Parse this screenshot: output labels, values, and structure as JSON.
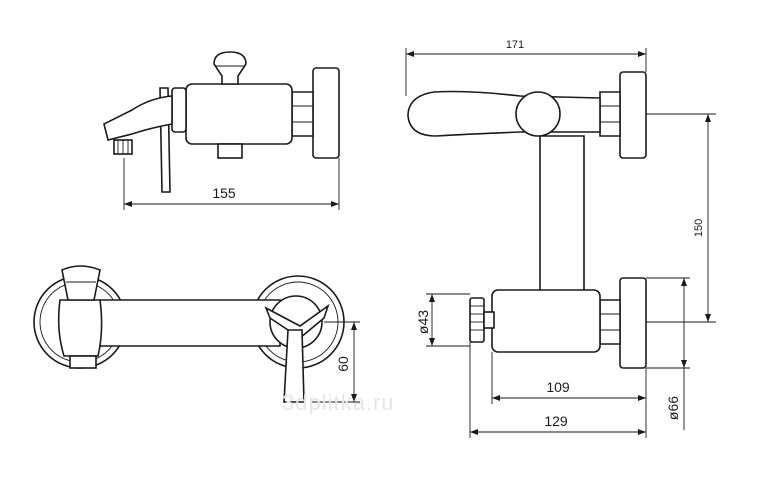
{
  "dimensions": {
    "side_width": "155",
    "top_width": "171",
    "center_distance": "150",
    "eccentric_diameter": "ø43",
    "depth_109": "109",
    "depth_129": "129",
    "flange_diameter": "ø66",
    "front_height": "60"
  },
  "watermark": "3dplitka.ru"
}
